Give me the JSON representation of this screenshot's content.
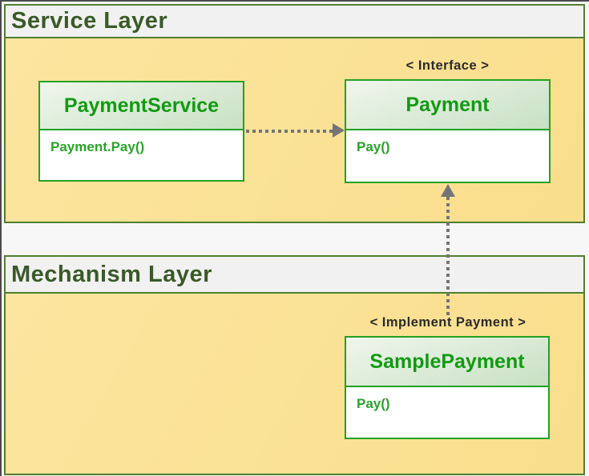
{
  "sections": {
    "service": {
      "title": "Service Layer"
    },
    "mechanism": {
      "title": "Mechanism Layer"
    }
  },
  "classes": {
    "payment_service": {
      "name": "PaymentService",
      "member": "Payment.Pay()"
    },
    "payment": {
      "stereotype": "< Interface >",
      "name": "Payment",
      "member": "Pay()"
    },
    "sample_payment": {
      "stereotype": "< Implement Payment >",
      "name": "SamplePayment",
      "member": "Pay()"
    }
  },
  "relations": [
    {
      "from": "PaymentService",
      "to": "Payment",
      "line": "dotted",
      "direction": "right"
    },
    {
      "from": "SamplePayment",
      "to": "Payment",
      "line": "dotted",
      "direction": "up"
    }
  ],
  "colors": {
    "layer_fill": "#FAE195",
    "layer_border": "#517E2F",
    "layer_title_fill": "#F1F1F1",
    "layer_title_text": "#3A5A28",
    "class_border": "#22A122",
    "class_header_fill_top": "#EFF6EC",
    "class_header_fill_bottom": "#C8E0C4",
    "class_title_text": "#129A12",
    "member_text": "#2AA22A",
    "stereotype_text": "#2B2B2B",
    "arrow": "#757575",
    "frame_border": "#4B4B4B",
    "background": "#F7F7F7"
  }
}
